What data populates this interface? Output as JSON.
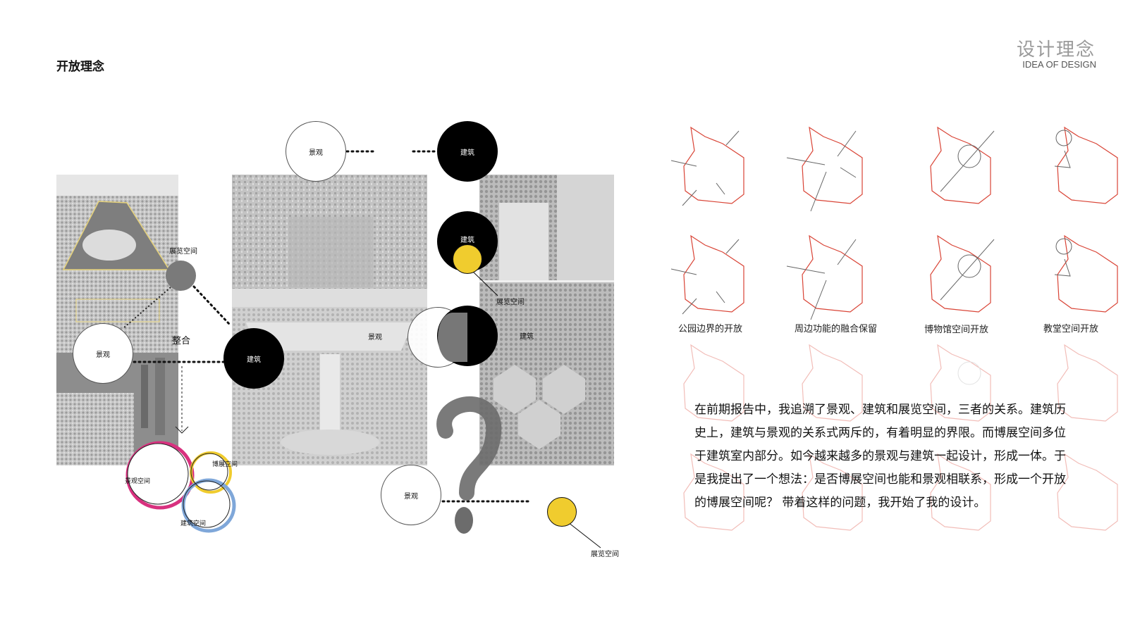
{
  "header": {
    "title": "开放理念",
    "corner_cn": "设计理念",
    "corner_en": "IDEA OF DESIGN"
  },
  "nodes": {
    "landscape": "景观",
    "building": "建筑",
    "exhibit": "展览空间",
    "integrate": "整合",
    "bozhan": "博展空间",
    "landscape_space": "景观空间",
    "building_space": "建筑空间"
  },
  "colors": {
    "accent_yellow": "#f0cc2e",
    "accent_magenta": "#d8317f",
    "accent_blue": "#7fa7d9",
    "red_outline": "#d94436"
  },
  "captions": [
    "公园边界的开放",
    "周边功能的融合保留",
    "博物馆空间开放",
    "教堂空间开放"
  ],
  "paragraph": "在前期报告中，我追溯了景观、建筑和展览空间，三者的关系。建筑历史上，建筑与景观的关系式两斥的，有着明显的界限。而博展空间多位于建筑室内部分。如今越来越多的景观与建筑一起设计，形成一体。于是我提出了一个想法：是否博展空间也能和景观相联系，形成一个开放的博展空间呢？ 带着这样的问题，我开始了我的设计。"
}
